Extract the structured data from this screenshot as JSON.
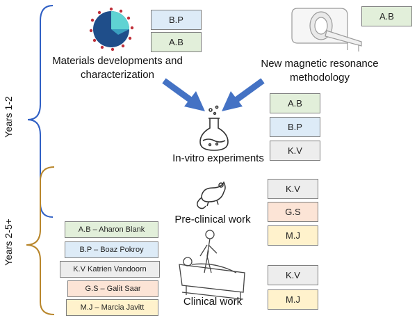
{
  "years": {
    "first": "Years 1-2",
    "second": "Years 2-5+"
  },
  "stages": {
    "materials": {
      "line1": "Materials developments and",
      "line2": "characterization"
    },
    "mr": {
      "line1": "New magnetic resonance",
      "line2": "methodology"
    },
    "invitro": "In-vitro experiments",
    "preclinical": "Pre-clinical work",
    "clinical": "Clinical work"
  },
  "tags": {
    "materials": [
      "B.P",
      "A.B"
    ],
    "mr": [
      "A.B"
    ],
    "invitro": [
      "A.B",
      "B.P",
      "K.V"
    ],
    "preclinical": [
      "K.V",
      "G.S",
      "M.J"
    ],
    "clinical": [
      "K.V",
      "M.J"
    ]
  },
  "legend": [
    "A.B – Aharon Blank",
    "B.P – Boaz Pokroy",
    "K.V Katrien Vandoorn",
    "G.S – Galit Saar",
    "M.J – Marcia Javitt"
  ],
  "icons": {
    "materials": "nanoparticle-sphere-icon",
    "mr": "mri-scanner-icon",
    "invitro": "flask-icon",
    "preclinical": "mouse-icon",
    "clinical": "patient-bed-icon"
  },
  "colors": {
    "bracket_top": "#2f5fc4",
    "bracket_bottom": "#b8862b",
    "arrow": "#4472c4",
    "AB": "#e2efda",
    "BP": "#ddebf7",
    "KV": "#ededed",
    "GS": "#fce4d6",
    "MJ": "#fff2cc"
  }
}
